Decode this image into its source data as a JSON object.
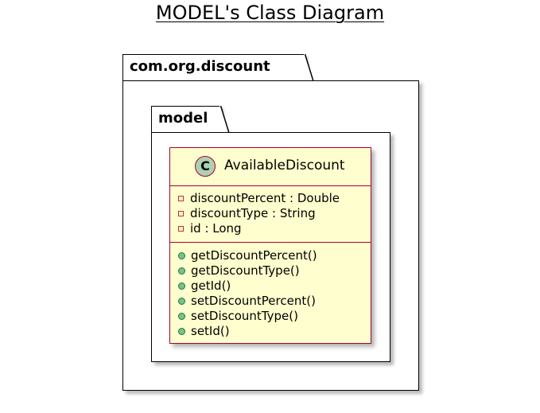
{
  "title": "MODEL's Class Diagram",
  "packages": [
    {
      "name": "com.org.discount"
    },
    {
      "name": "model"
    }
  ],
  "class": {
    "stereotype_letter": "C",
    "name": "AvailableDiscount",
    "fields": [
      {
        "visibility": "private",
        "text": "discountPercent : Double"
      },
      {
        "visibility": "private",
        "text": "discountType : String"
      },
      {
        "visibility": "private",
        "text": "id : Long"
      }
    ],
    "methods": [
      {
        "visibility": "public",
        "text": "getDiscountPercent()"
      },
      {
        "visibility": "public",
        "text": "getDiscountType()"
      },
      {
        "visibility": "public",
        "text": "getId()"
      },
      {
        "visibility": "public",
        "text": "setDiscountPercent()"
      },
      {
        "visibility": "public",
        "text": "setDiscountType()"
      },
      {
        "visibility": "public",
        "text": "setId()"
      }
    ]
  },
  "colors": {
    "class_fill": "#fefece",
    "class_border": "#a80036",
    "class_icon": "#add1b2",
    "private_marker": "#c82930",
    "public_marker": "#84be84"
  }
}
